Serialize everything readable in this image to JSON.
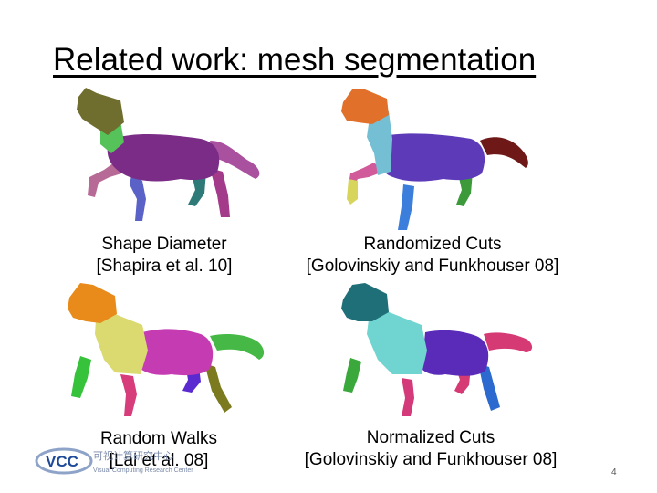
{
  "slide": {
    "title": "Related work: mesh segmentation",
    "page_number": "4",
    "logo": {
      "abbr": "VCC",
      "cn": "可视计算研究中心",
      "en": "Visual Computing Research Center"
    }
  },
  "panels": [
    {
      "line1": "Shape Diameter",
      "line2": "[Shapira et al. 10]"
    },
    {
      "line1": "Randomized Cuts",
      "line2": "[Golovinskiy and Funkhouser 08]"
    },
    {
      "line1": "Random Walks",
      "line2": "[Lai et al. 08]"
    },
    {
      "line1": "Normalized Cuts",
      "line2": "[Golovinskiy and Funkhouser 08]"
    }
  ],
  "segment_colors": {
    "shape_diameter": {
      "head": "#6f6e2e",
      "neck": "#55c25a",
      "body": "#7a2c86",
      "front_leg": "#b86a96",
      "front_leg2": "#5a62c8",
      "hind_leg": "#2e7a78",
      "hind_leg2": "#a43a8a",
      "tail": "#a9509e"
    },
    "randomized_cuts": {
      "head": "#e0702a",
      "neck": "#75bfd4",
      "body": "#5d3ab8",
      "front_leg": "#d05a9a",
      "front_leg2": "#d8d55c",
      "hind_leg": "#3d9a3a",
      "hind_leg2": "#3c7edb",
      "tail": "#6e1818"
    },
    "random_walks": {
      "head": "#e88b1a",
      "neck": "#dada70",
      "body": "#c43bb2",
      "front_leg": "#d63d7a",
      "front_leg2": "#36c23a",
      "hind_leg": "#5a2ad0",
      "hind_leg2": "#7b7a1e",
      "tail": "#45b845"
    },
    "normalized_cuts": {
      "head": "#1f6f78",
      "neck": "#70d4d0",
      "body": "#5a2ab8",
      "front_leg": "#d43a7a",
      "front_leg2": "#3aa83a",
      "hind_leg": "#d63a74",
      "hind_leg2": "#2c6ad0",
      "tail": "#d63a74"
    }
  }
}
